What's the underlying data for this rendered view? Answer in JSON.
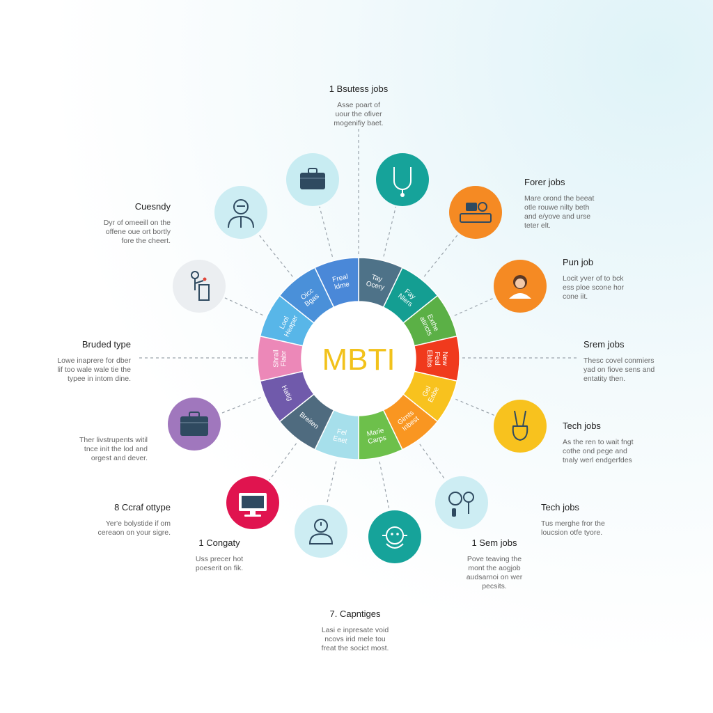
{
  "center_label": "MBTI",
  "colors": {
    "center_text": "#f2c21b",
    "connector": "#9aa3ab"
  },
  "segments": [
    {
      "lines": [
        "Tay",
        "Ocery"
      ],
      "color": "#4e7288"
    },
    {
      "lines": [
        "Fay",
        "Nlers"
      ],
      "color": "#149e92"
    },
    {
      "lines": [
        "Exthe",
        "atincts"
      ],
      "color": "#5bb046"
    },
    {
      "lines": [
        "New",
        "Feal",
        "Elabs"
      ],
      "color": "#f03a1d"
    },
    {
      "lines": [
        "Gel",
        "Eabe"
      ],
      "color": "#f8c21e"
    },
    {
      "lines": [
        "Girnts",
        "Inbest"
      ],
      "color": "#f99621"
    },
    {
      "lines": [
        "Marie",
        "Carps"
      ],
      "color": "#6dc04b"
    },
    {
      "lines": [
        "Fel",
        "Eaet"
      ],
      "color": "#a6dfeb"
    },
    {
      "lines": [
        "Breiten"
      ],
      "color": "#4f6b7f"
    },
    {
      "lines": [
        "Hatig"
      ],
      "color": "#705aab"
    },
    {
      "lines": [
        "Shrall",
        "Flabr"
      ],
      "color": "#ec88b8"
    },
    {
      "lines": [
        "Lool",
        "Heaper"
      ],
      "color": "#58b6e8"
    },
    {
      "lines": [
        "Oicc",
        "Bgas"
      ],
      "color": "#4a90d9"
    },
    {
      "lines": [
        "Freal",
        "ldme"
      ],
      "color": "#4a88d8"
    }
  ],
  "icons": [
    {
      "name": "briefcase-icon",
      "bg": "#c8ecf2"
    },
    {
      "name": "stethoscope-icon",
      "bg": "#16a39a"
    },
    {
      "name": "desk-worker-icon",
      "bg": "#f58a23"
    },
    {
      "name": "person-icon",
      "bg": "#f58a23"
    },
    {
      "name": "peace-hand-icon",
      "bg": "#f8c21e"
    },
    {
      "name": "search-tools-icon",
      "bg": "#cdedf3"
    },
    {
      "name": "robot-head-icon",
      "bg": "#16a39a"
    },
    {
      "name": "clock-person-icon",
      "bg": "#cdedf3"
    },
    {
      "name": "monitor-icon",
      "bg": "#e0144f"
    },
    {
      "name": "suitcase-icon",
      "bg": "#a077bd"
    },
    {
      "name": "speaker-podium-icon",
      "bg": "#ebeef1"
    },
    {
      "name": "businessman-icon",
      "bg": "#cdedf3"
    }
  ],
  "labels": [
    {
      "title": "1 Bsutess jobs",
      "desc": [
        "Asse poart of",
        "uour the ofiver",
        "mogenifiy baet."
      ]
    },
    {
      "title": "Forer jobs",
      "desc": [
        "Mare orond the beeat",
        "otle rouwe nilty beth",
        "and e/yove and urse",
        "teter elt."
      ]
    },
    {
      "title": "Pun job",
      "desc": [
        "Locit yver of to bck",
        "ess ploe scone hor",
        "cone iit."
      ]
    },
    {
      "title": "Srem jobs",
      "desc": [
        "Thesc covel conmiers",
        "yad on fiove sens and",
        "entatity then."
      ]
    },
    {
      "title": "Tech jobs",
      "desc": [
        "As the ren to wait fngt",
        "cothe ond pege and",
        "tnaly werl endgerfdes"
      ]
    },
    {
      "title": "Tech jobs",
      "desc": [
        "Tus merghe fror the",
        "loucsion otfe tyore."
      ]
    },
    {
      "title": "1 Sem jobs",
      "desc": [
        "Pove teaving the",
        "mont the aogjob",
        "audsarnoi on wer",
        "pecsits."
      ]
    },
    {
      "title": "7. Capntiges",
      "desc": [
        "Lasi e inpresate void",
        "ncovs irid mele tou",
        "freat the socict most."
      ]
    },
    {
      "title": "1 Congaty",
      "desc": [
        "Uss precer hot",
        "poeserit on fik."
      ]
    },
    {
      "title": "8 Ccraf ottype",
      "desc": [
        "Yer'e bolystide if om",
        "cereaon on your sigre."
      ]
    },
    {
      "title": "",
      "desc": [
        "Ther livstrupents witil",
        "tnce init the lod and",
        "orgest and dever."
      ]
    },
    {
      "title": "Bruded type",
      "desc": [
        "Lowe inaprere for dber",
        "lif too wale wale tie the",
        "typee in intom dine."
      ]
    },
    {
      "title": "Cuesndy",
      "desc": [
        "Dyr of omeeill on the",
        "offene oue ort bortly",
        "fore the cheert."
      ]
    }
  ]
}
